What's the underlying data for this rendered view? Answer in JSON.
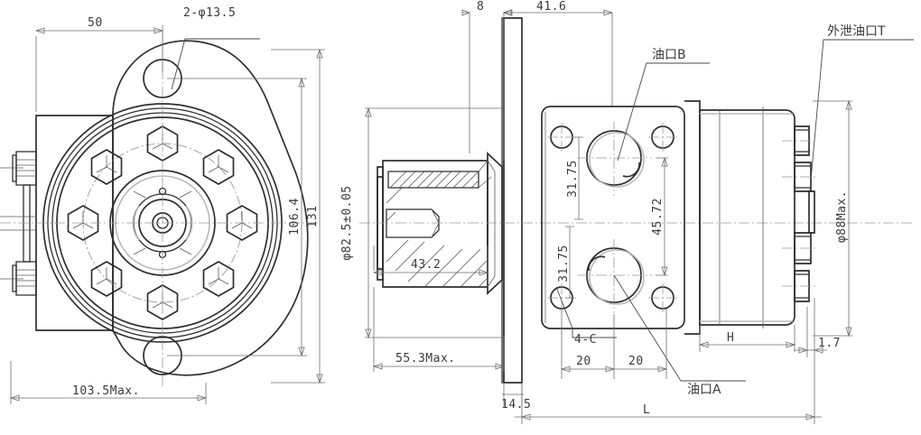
{
  "drawing": {
    "title": "Hydraulic Orbital Motor Dimensional Drawing",
    "line_color": "#2f2f2f",
    "dim_color": "#6e6e6e",
    "center_color": "#9a9a9a",
    "background": "#ffffff"
  },
  "left_view": {
    "name": "front-face-view",
    "dimensions": {
      "d_50": "50",
      "d_2phi135": "2-φ13.5",
      "d_1064": "106.4",
      "d_131": "131",
      "d_1035max": "103.5Max."
    },
    "bolt_count": 8
  },
  "section_view": {
    "name": "shaft-section-view",
    "dimensions": {
      "d_8": "8",
      "d_416": "41.6",
      "d_phi825": "φ82.5±0.05",
      "d_432": "43.2",
      "d_553max": "55.3Max.",
      "d_145": "14.5"
    }
  },
  "port_view": {
    "name": "port-block-view",
    "labels": {
      "port_b": "油口B",
      "port_a": "油口A",
      "port_t": "外泄油口T",
      "chamfer": "4-C"
    },
    "dimensions": {
      "d_3175_upper": "31.75",
      "d_3175_lower": "31.75",
      "d_4572": "45.72",
      "d_20_left": "20",
      "d_20_right": "20"
    }
  },
  "body_view": {
    "name": "motor-body-view",
    "dimensions": {
      "d_phi88max": "φ88Max.",
      "d_17": "1.7",
      "d_H": "H",
      "d_L": "L"
    }
  }
}
